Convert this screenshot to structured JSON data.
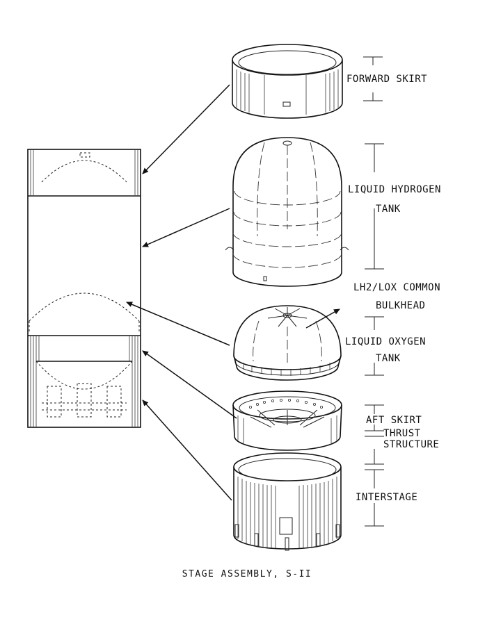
{
  "labels": {
    "forward_skirt": "FORWARD SKIRT",
    "lh2_line1": "LIQUID HYDROGEN",
    "lh2_line2": "TANK",
    "bulkhead_line1": "LH2/LOX COMMON",
    "bulkhead_line2": "BULKHEAD",
    "lox_line1": "LIQUID OXYGEN",
    "lox_line2": "TANK",
    "aft_skirt": "AFT SKIRT",
    "thrust_line1": "THRUST",
    "thrust_line2": "STRUCTURE",
    "interstage": "INTERSTAGE"
  },
  "caption": "STAGE ASSEMBLY, S-II"
}
